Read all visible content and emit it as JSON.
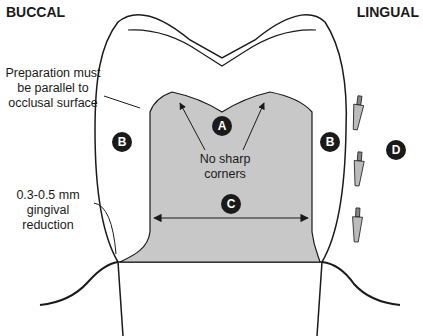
{
  "diagram": {
    "nodes": [
      {
        "text": [
          "A"
        ]
      },
      {
        "text": [
          "B"
        ]
      },
      {
        "text": [
          "B"
        ]
      },
      {
        "text": [
          "D"
        ]
      },
      {
        "text": [
          "C"
        ]
      }
    ],
    "labels": [
      "BUCCAL",
      "LINGUAL",
      "Preparation must be parallel to occlusal surface",
      "No sharp corners",
      "0.3-0.5 mm gingival reduction"
    ]
  }
}
